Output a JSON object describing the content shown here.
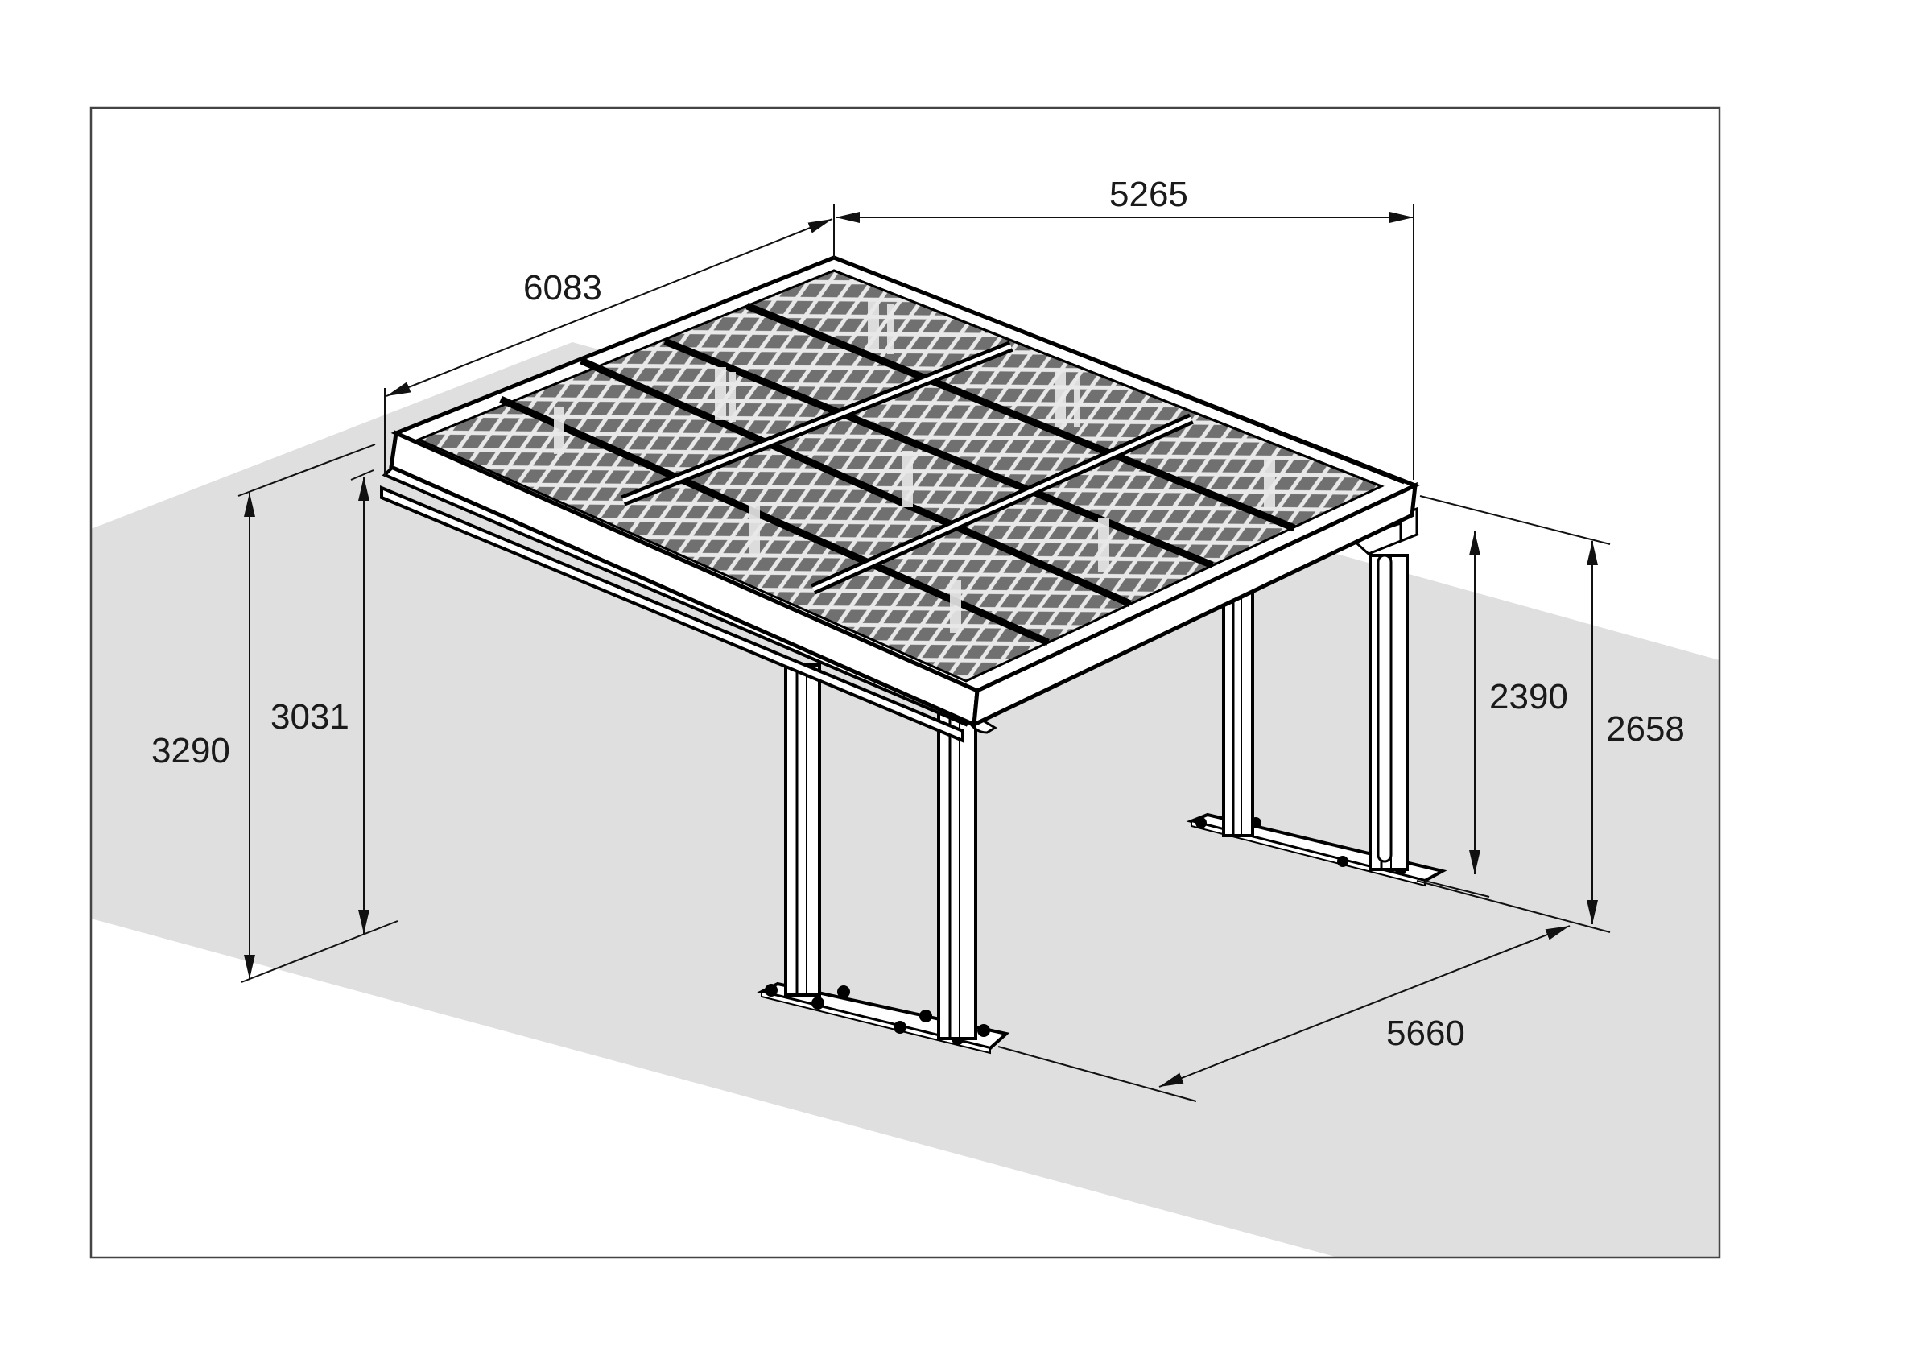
{
  "drawing": {
    "subject": "carport",
    "units": "mm",
    "colors": {
      "background": "#ffffff",
      "ground": "#e0dfdf",
      "border": "#444444",
      "panel": "#707070",
      "lattice": "#e8e8e8",
      "line": "#000000",
      "structure": "#ffffff"
    }
  },
  "dimensions": {
    "depth_top": "6083",
    "width_top": "5265",
    "height_front_total": "3290",
    "height_front_clear": "3031",
    "height_rear_clear": "2390",
    "height_rear_total": "2658",
    "width_base": "5660"
  }
}
